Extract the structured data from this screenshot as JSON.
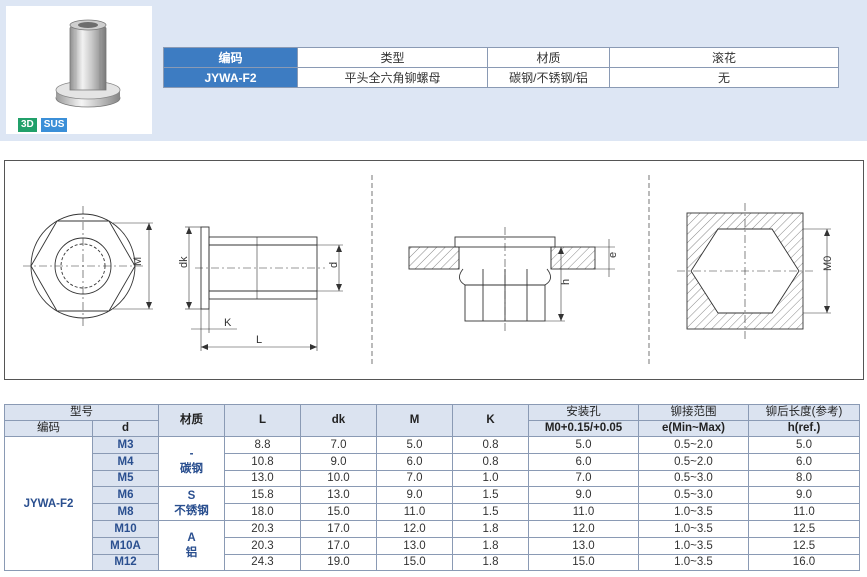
{
  "header": {
    "badges": [
      "3D",
      "SUS"
    ],
    "spec_table": {
      "columns": [
        "编码",
        "类型",
        "材质",
        "滚花"
      ],
      "row": [
        "JYWA-F2",
        "平头全六角铆螺母",
        "碳钢/不锈钢/铝",
        "无"
      ]
    }
  },
  "drawing": {
    "labels": {
      "M": "M",
      "dk": "dk",
      "d": "d",
      "K": "K",
      "L": "L",
      "e": "e",
      "h": "h",
      "M0": "M0"
    }
  },
  "dims_table": {
    "group_header": "型号",
    "sub_code": "编码",
    "sub_d": "d",
    "col_material": "材质",
    "col_L": "L",
    "col_dk": "dk",
    "col_M": "M",
    "col_K": "K",
    "col_hole_top": "安装孔",
    "col_hole_bottom": "M0+0.15/+0.05",
    "col_range_top": "铆接范围",
    "col_range_bottom": "e(Min~Max)",
    "col_len_top": "铆后长度(参考)",
    "col_len_bottom": "h(ref.)",
    "code": "JYWA-F2",
    "materials": [
      {
        "line1": "-",
        "line2": "碳钢"
      },
      {
        "line1": "S",
        "line2": "不锈钢"
      },
      {
        "line1": "A",
        "line2": "铝"
      }
    ],
    "rows": [
      {
        "d": "M3",
        "L": "8.8",
        "dk": "7.0",
        "M": "5.0",
        "K": "0.8",
        "hole": "5.0",
        "range": "0.5~2.0",
        "h": "5.0"
      },
      {
        "d": "M4",
        "L": "10.8",
        "dk": "9.0",
        "M": "6.0",
        "K": "0.8",
        "hole": "6.0",
        "range": "0.5~2.0",
        "h": "6.0"
      },
      {
        "d": "M5",
        "L": "13.0",
        "dk": "10.0",
        "M": "7.0",
        "K": "1.0",
        "hole": "7.0",
        "range": "0.5~3.0",
        "h": "8.0"
      },
      {
        "d": "M6",
        "L": "15.8",
        "dk": "13.0",
        "M": "9.0",
        "K": "1.5",
        "hole": "9.0",
        "range": "0.5~3.0",
        "h": "9.0"
      },
      {
        "d": "M8",
        "L": "18.0",
        "dk": "15.0",
        "M": "11.0",
        "K": "1.5",
        "hole": "11.0",
        "range": "1.0~3.5",
        "h": "11.0"
      },
      {
        "d": "M10",
        "L": "20.3",
        "dk": "17.0",
        "M": "12.0",
        "K": "1.8",
        "hole": "12.0",
        "range": "1.0~3.5",
        "h": "12.5"
      },
      {
        "d": "M10A",
        "L": "20.3",
        "dk": "17.0",
        "M": "13.0",
        "K": "1.8",
        "hole": "13.0",
        "range": "1.0~3.5",
        "h": "12.5"
      },
      {
        "d": "M12",
        "L": "24.3",
        "dk": "19.0",
        "M": "15.0",
        "K": "1.8",
        "hole": "15.0",
        "range": "1.0~3.5",
        "h": "16.0"
      }
    ]
  }
}
